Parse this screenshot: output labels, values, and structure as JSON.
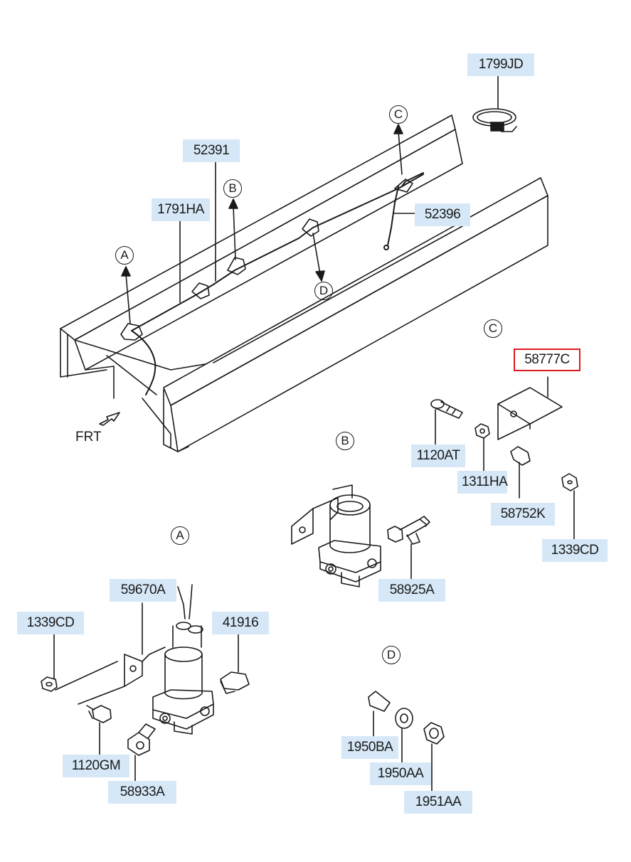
{
  "markers": {
    "a": "A",
    "b": "B",
    "c": "C",
    "d": "D"
  },
  "frt": "FRT",
  "parts": {
    "p1799jd": "1799JD",
    "p52391": "52391",
    "p1791ha": "1791HA",
    "p52396": "52396",
    "p58777c": "58777C",
    "p1120at": "1120AT",
    "p1311ha": "1311HA",
    "p58752k": "58752K",
    "p1339cd_c": "1339CD",
    "p58925a": "58925A",
    "p59670a": "59670A",
    "p1339cd_a": "1339CD",
    "p41916": "41916",
    "p1120gm": "1120GM",
    "p58933a": "58933A",
    "p1950ba": "1950BA",
    "p1950aa": "1950AA",
    "p1951aa": "1951AA"
  },
  "selected_part": "58777C",
  "colors": {
    "label_bg": "#d6e8f7",
    "selected_border": "#e0191e",
    "line": "#1a1a1a"
  }
}
